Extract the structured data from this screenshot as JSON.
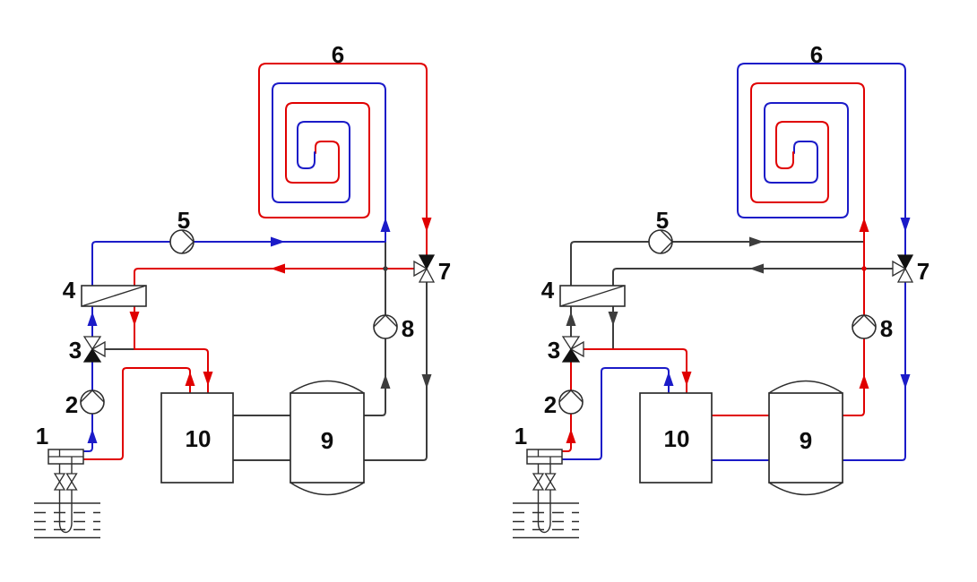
{
  "palette": {
    "red": "#e00000",
    "blue": "#1b1bc8",
    "black": "#3d3d3d",
    "outline": "#2d2d2d",
    "label_color": "#0d0d0d",
    "background": "#ffffff"
  },
  "labels": {
    "n1": "1",
    "n2": "2",
    "n3": "3",
    "n4": "4",
    "n5": "5",
    "n6": "6",
    "n7": "7",
    "n8": "8",
    "n9": "9",
    "n10": "10"
  },
  "diagrams": [
    {
      "id": "left",
      "segment_colors": {
        "ground_riser": "blue",
        "hx_supply": "blue",
        "hx_return": "red",
        "valve3_stub": "black",
        "valve3_to_hp": "red",
        "hp_to_manifold": "red",
        "spiral_outer": "red",
        "spiral_inner": "blue",
        "tank_riser": "black",
        "valve7_to_tank": "black",
        "hp_tank_top": "black",
        "hp_tank_bottom": "black"
      }
    },
    {
      "id": "right",
      "segment_colors": {
        "ground_riser": "red",
        "hx_supply": "black",
        "hx_return": "black",
        "valve3_stub": "red",
        "valve3_to_hp": "red",
        "hp_to_manifold": "blue",
        "spiral_outer": "blue",
        "spiral_inner": "red",
        "tank_riser": "red",
        "valve7_to_tank": "blue",
        "hp_tank_top": "red",
        "hp_tank_bottom": "blue"
      }
    }
  ]
}
